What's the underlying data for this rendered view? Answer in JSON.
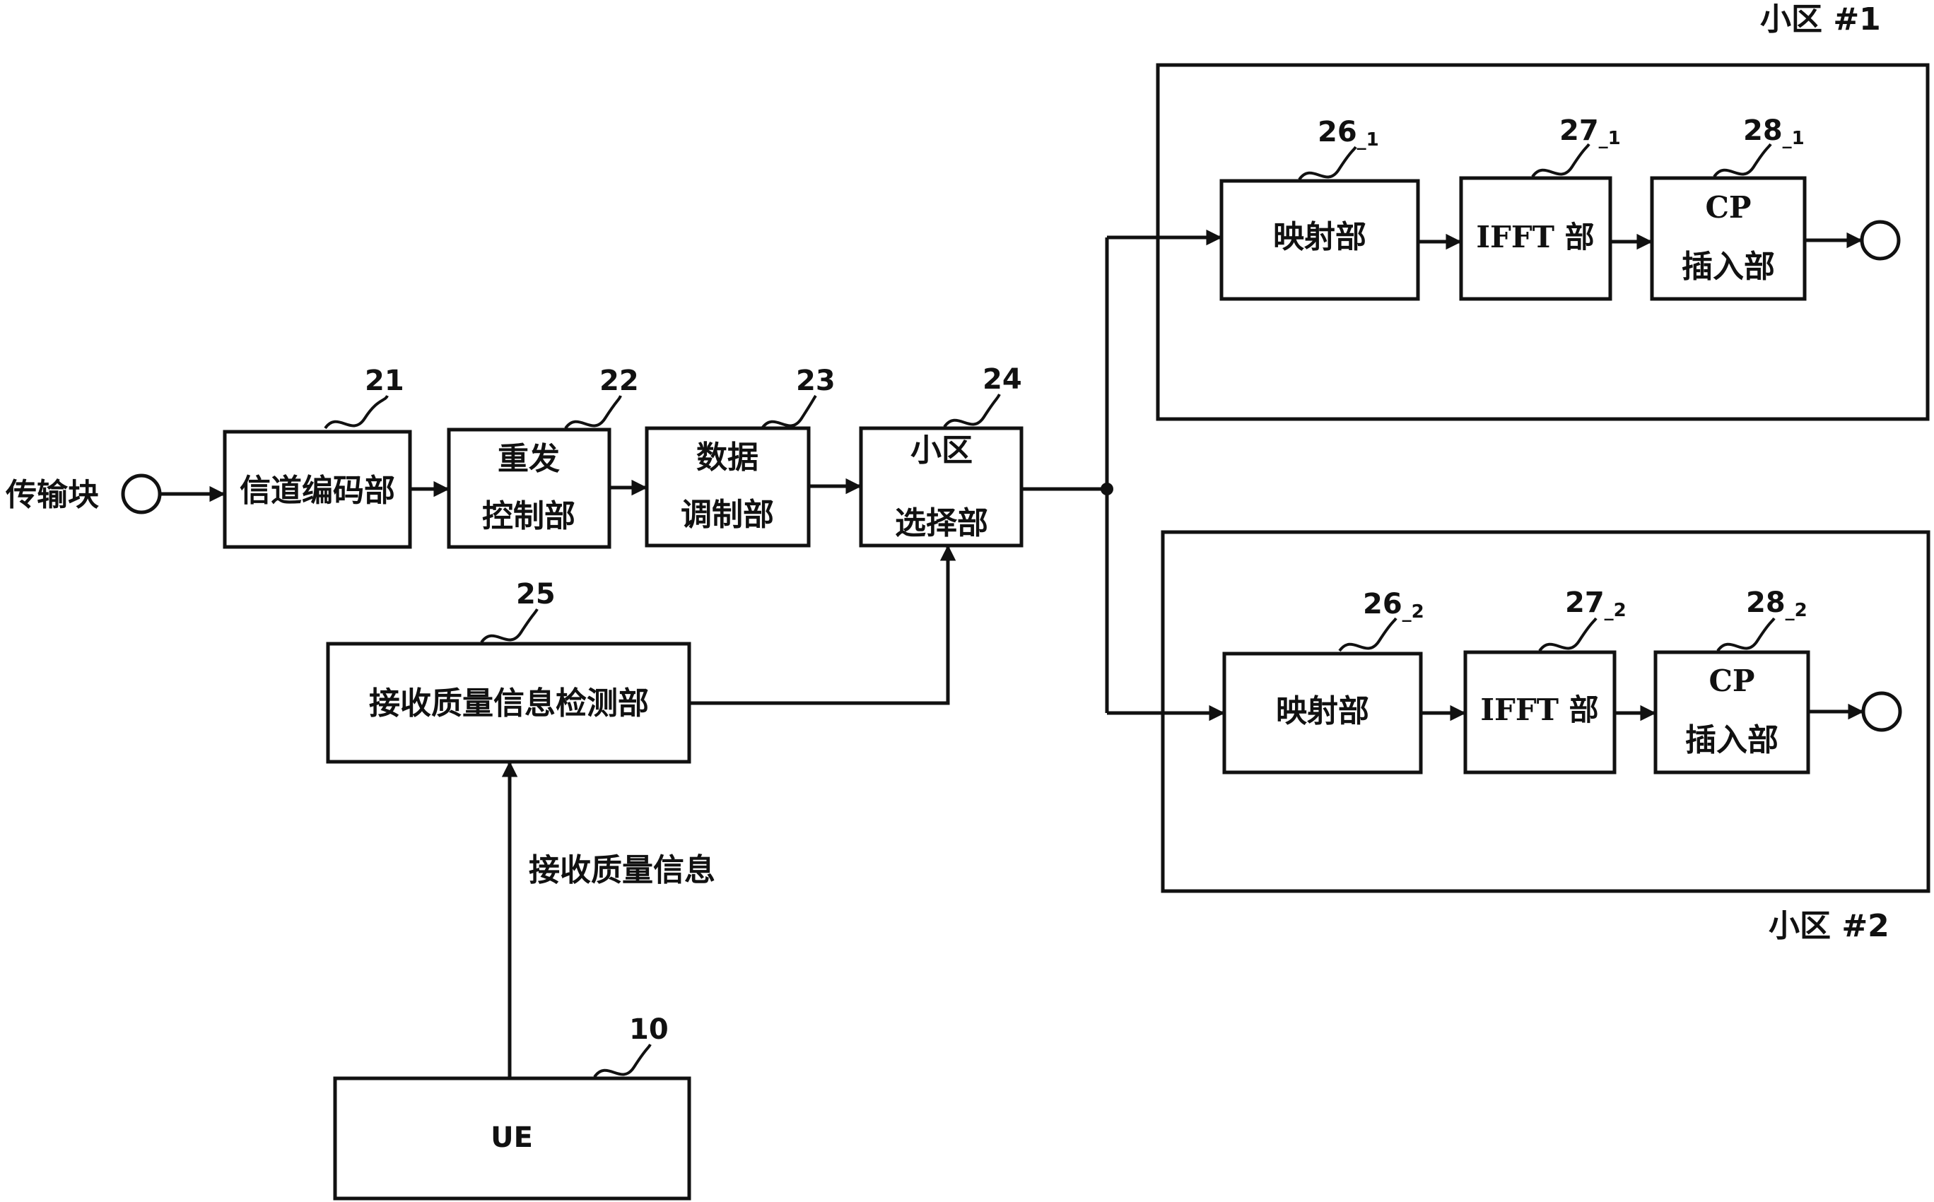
{
  "colors": {
    "ink": "#111111",
    "paper": "#ffffff"
  },
  "input": {
    "label": "传输块"
  },
  "blocks": {
    "channel_coding": {
      "ref": "21",
      "line1": "信道编码部"
    },
    "retransmit_control": {
      "ref": "22",
      "line1": "重发",
      "line2": "控制部"
    },
    "data_modulation": {
      "ref": "23",
      "line1": "数据",
      "line2": "调制部"
    },
    "cell_selection": {
      "ref": "24",
      "line1": "小区",
      "line2": "选择部"
    },
    "quality_detection": {
      "ref": "25",
      "line1": "接收质量信息检测部"
    },
    "ue": {
      "ref": "10",
      "line1": "UE"
    }
  },
  "feedback_label": "接收质量信息",
  "cells": [
    {
      "name": "小区 #1",
      "mapping": {
        "ref": "26",
        "sub": "_1",
        "label": "映射部"
      },
      "ifft": {
        "ref": "27",
        "sub": "_1",
        "label": "IFFT 部"
      },
      "cp": {
        "ref": "28",
        "sub": "_1",
        "line1": "CP",
        "line2": "插入部"
      }
    },
    {
      "name": "小区 #2",
      "mapping": {
        "ref": "26",
        "sub": "_2",
        "label": "映射部"
      },
      "ifft": {
        "ref": "27",
        "sub": "_2",
        "label": "IFFT 部"
      },
      "cp": {
        "ref": "28",
        "sub": "_2",
        "line1": "CP",
        "line2": "插入部"
      }
    }
  ]
}
